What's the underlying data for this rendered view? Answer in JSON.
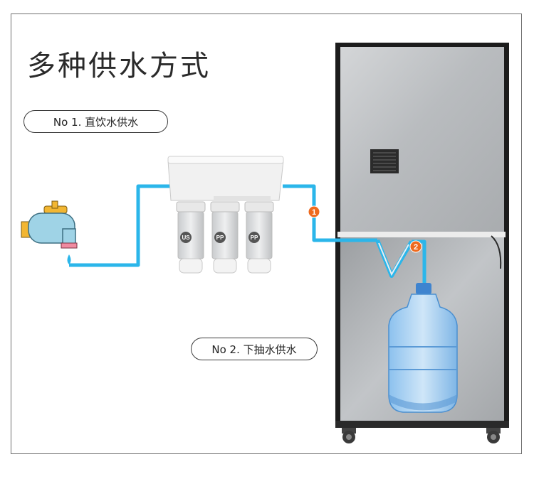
{
  "title": "多种供水方式",
  "options": [
    {
      "label": "No 1. 直饮水供水"
    },
    {
      "label": "No 2. 下抽水供水"
    }
  ],
  "markers": [
    "1",
    "2"
  ],
  "filter_labels": [
    "US",
    "PP",
    "PP"
  ],
  "colors": {
    "pipe": "#2bb6ea",
    "marker": "#ee6a1e",
    "cabinet": "#c4c6c8",
    "faucet_top": "#f2b632",
    "faucet_body": "#9fd3e6",
    "bottle": "#6aaee6"
  },
  "icons": {
    "faucet": "faucet-icon",
    "filter": "water-filter-unit",
    "bottle": "water-bottle",
    "cabinet": "water-dispenser-cabinet"
  }
}
